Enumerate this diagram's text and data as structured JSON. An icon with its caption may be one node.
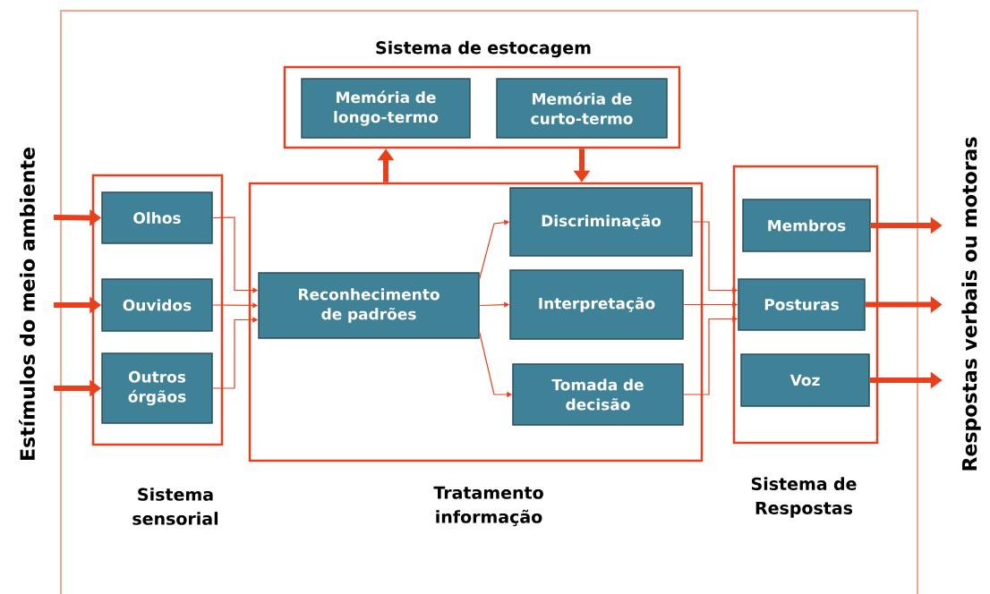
{
  "diagram": {
    "nodes": [
      {
        "text": [
          "Sistema sensorial"
        ]
      },
      {
        "text": [
          "Olhos"
        ],
        "in": 0
      },
      {
        "text": [
          "Ouvidos"
        ],
        "in": 0
      },
      {
        "text": [
          "Outros órgãos"
        ],
        "in": 0
      },
      {
        "text": [
          "Sistema de estocagem"
        ]
      },
      {
        "text": [
          "Memória de longo-termo"
        ],
        "in": 4
      },
      {
        "text": [
          "Memória de curto-termo"
        ],
        "in": 4
      },
      {
        "text": [
          "Tratamento informação"
        ]
      },
      {
        "text": [
          "Reconhecimento de padrões"
        ],
        "in": 7
      },
      {
        "text": [
          "Discriminação"
        ],
        "in": 7
      },
      {
        "text": [
          "Interpretação"
        ],
        "in": 7
      },
      {
        "text": [
          "Tomada de decisão"
        ],
        "in": 7
      },
      {
        "text": [
          "Sistema de Respostas"
        ]
      },
      {
        "text": [
          "Membros"
        ],
        "in": 12
      },
      {
        "text": [
          "Posturas"
        ],
        "in": 12
      },
      {
        "text": [
          "Voz"
        ],
        "in": 12
      }
    ],
    "edges": [
      {
        "from": null,
        "to": 1,
        "arrow": "to",
        "style": "thick"
      },
      {
        "from": null,
        "to": 2,
        "arrow": "to",
        "style": "thick"
      },
      {
        "from": null,
        "to": 3,
        "arrow": "to",
        "style": "thick"
      },
      {
        "from": 1,
        "to": 8,
        "arrow": "to"
      },
      {
        "from": 2,
        "to": 8,
        "arrow": "to"
      },
      {
        "from": 3,
        "to": 8,
        "arrow": "to"
      },
      {
        "from": 7,
        "to": 4,
        "arrow": "to",
        "style": "thick"
      },
      {
        "from": 4,
        "to": 7,
        "arrow": "to",
        "style": "thick"
      },
      {
        "from": 8,
        "to": 9,
        "arrow": "to"
      },
      {
        "from": 8,
        "to": 10,
        "arrow": "to"
      },
      {
        "from": 8,
        "to": 11,
        "arrow": "to"
      },
      {
        "from": 9,
        "to": 14,
        "arrow": "to"
      },
      {
        "from": 10,
        "to": 14,
        "arrow": "to"
      },
      {
        "from": 11,
        "to": 14,
        "arrow": "to"
      },
      {
        "from": 13,
        "to": null,
        "arrow": "to",
        "style": "thick"
      },
      {
        "from": 14,
        "to": null,
        "arrow": "to",
        "style": "thick"
      },
      {
        "from": 15,
        "to": null,
        "arrow": "to",
        "style": "thick"
      }
    ],
    "labels": [
      "Estímulos do meio ambiente",
      "Respostas verbais ou motoras"
    ]
  }
}
